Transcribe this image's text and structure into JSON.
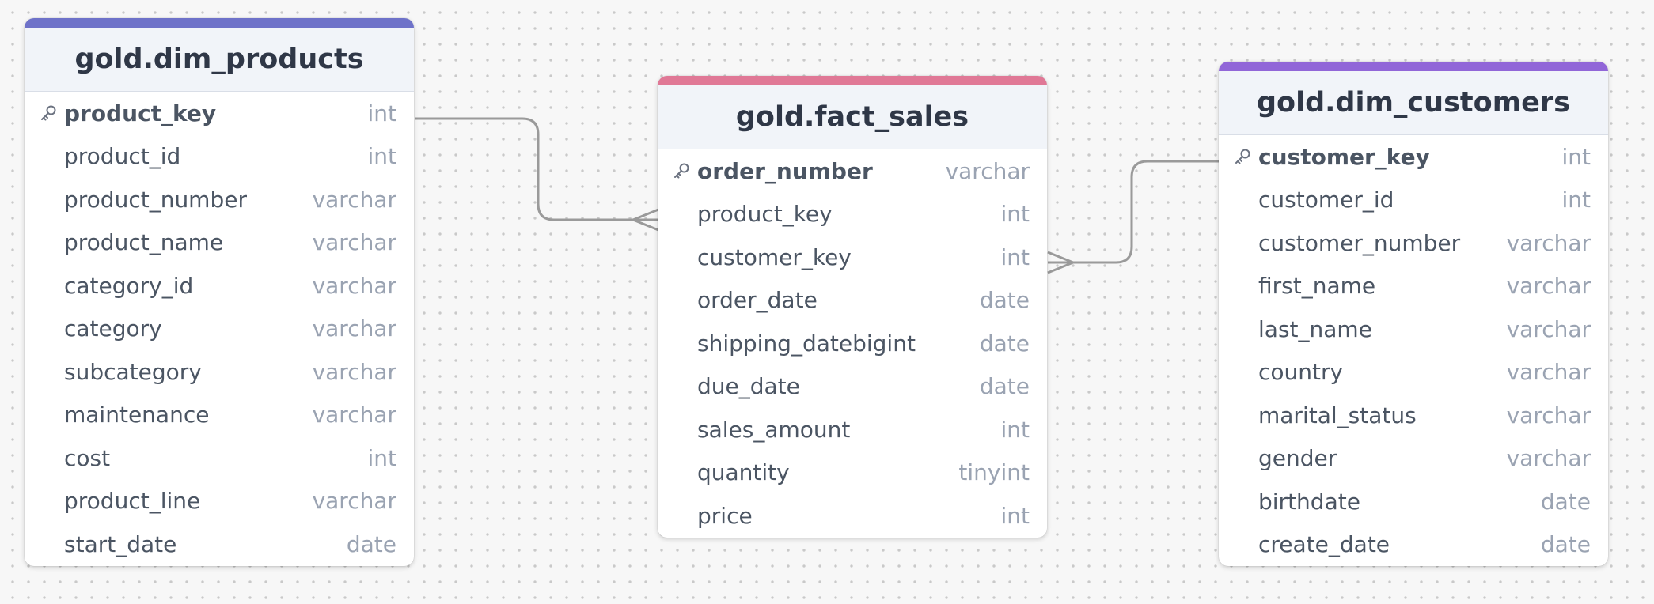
{
  "colors": {
    "dim_products_accent": "#6e72c9",
    "fact_sales_accent": "#e07896",
    "dim_customers_accent": "#9166d8",
    "relation_line": "#9a9a9a"
  },
  "tables": {
    "dim_products": {
      "title": "gold.dim_products",
      "columns": [
        {
          "name": "product_key",
          "type": "int",
          "pk": true
        },
        {
          "name": "product_id",
          "type": "int"
        },
        {
          "name": "product_number",
          "type": "varchar"
        },
        {
          "name": "product_name",
          "type": "varchar"
        },
        {
          "name": "category_id",
          "type": "varchar"
        },
        {
          "name": "category",
          "type": "varchar"
        },
        {
          "name": "subcategory",
          "type": "varchar"
        },
        {
          "name": "maintenance",
          "type": "varchar"
        },
        {
          "name": "cost",
          "type": "int"
        },
        {
          "name": "product_line",
          "type": "varchar"
        },
        {
          "name": "start_date",
          "type": "date"
        }
      ]
    },
    "fact_sales": {
      "title": "gold.fact_sales",
      "columns": [
        {
          "name": "order_number",
          "type": "varchar",
          "pk": true
        },
        {
          "name": "product_key",
          "type": "int"
        },
        {
          "name": "customer_key",
          "type": "int"
        },
        {
          "name": "order_date",
          "type": "date"
        },
        {
          "name": "shipping_datebigint",
          "type": "date"
        },
        {
          "name": "due_date",
          "type": "date"
        },
        {
          "name": "sales_amount",
          "type": "int"
        },
        {
          "name": "quantity",
          "type": "tinyint"
        },
        {
          "name": "price",
          "type": "int"
        }
      ]
    },
    "dim_customers": {
      "title": "gold.dim_customers",
      "columns": [
        {
          "name": "customer_key",
          "type": "int",
          "pk": true
        },
        {
          "name": "customer_id",
          "type": "int"
        },
        {
          "name": "customer_number",
          "type": "varchar"
        },
        {
          "name": "first_name",
          "type": "varchar"
        },
        {
          "name": "last_name",
          "type": "varchar"
        },
        {
          "name": "country",
          "type": "varchar"
        },
        {
          "name": "marital_status",
          "type": "varchar"
        },
        {
          "name": "gender",
          "type": "varchar"
        },
        {
          "name": "birthdate",
          "type": "date"
        },
        {
          "name": "create_date",
          "type": "date"
        }
      ]
    }
  },
  "relationships": [
    {
      "from_table": "dim_products",
      "from_column": "product_key",
      "to_table": "fact_sales",
      "to_column": "product_key",
      "cardinality": "one-to-many"
    },
    {
      "from_table": "dim_customers",
      "from_column": "customer_key",
      "to_table": "fact_sales",
      "to_column": "customer_key",
      "cardinality": "one-to-many"
    }
  ]
}
